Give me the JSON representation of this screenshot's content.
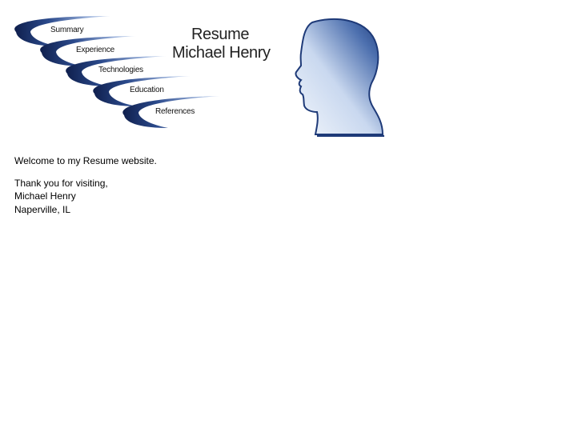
{
  "header": {
    "title_line1": "Resume",
    "title_line2": "Michael Henry",
    "nav": [
      {
        "label": "Summary"
      },
      {
        "label": "Experience"
      },
      {
        "label": "Technologies"
      },
      {
        "label": "Education"
      },
      {
        "label": "References"
      }
    ],
    "portrait_icon": "head-silhouette-icon"
  },
  "content": {
    "welcome": "Welcome to my Resume website.",
    "closing": "Thank you for visiting,",
    "name": "Michael Henry",
    "location": "Naperville, IL"
  },
  "colors": {
    "swoosh_dark": "#1a2a5c",
    "swoosh_light": "#8fa8d8",
    "head_light": "#e8f0fb",
    "head_dark": "#2a4c8c"
  }
}
